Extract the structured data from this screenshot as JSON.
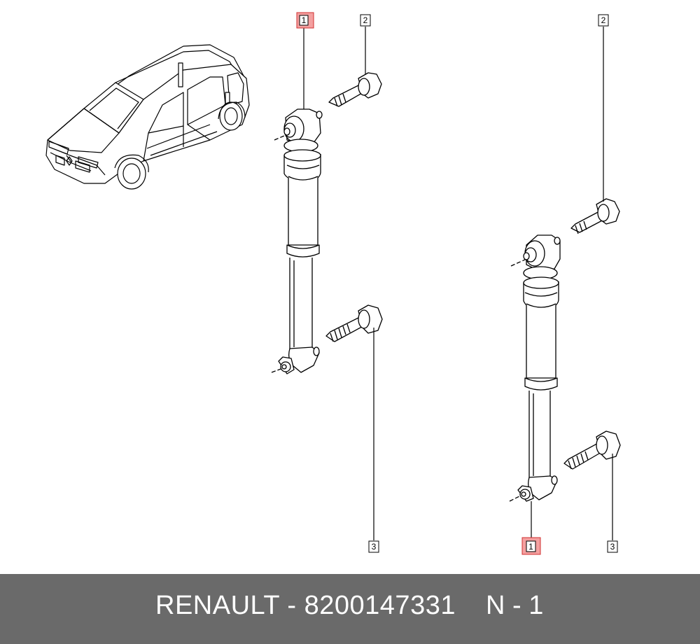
{
  "callouts": [
    {
      "id": "c1a",
      "label": "1",
      "highlight": true
    },
    {
      "id": "c2a",
      "label": "2",
      "highlight": false
    },
    {
      "id": "c3a",
      "label": "3",
      "highlight": false
    },
    {
      "id": "c2b",
      "label": "2",
      "highlight": false
    },
    {
      "id": "c1b",
      "label": "1",
      "highlight": true
    },
    {
      "id": "c3b",
      "label": "3",
      "highlight": false
    }
  ],
  "footer": {
    "part_text": "RENAULT - 8200147331",
    "page_text": "N - 1"
  },
  "colors": {
    "highlight_fill": "#f4a0a0",
    "highlight_stroke": "#d03030",
    "footer_bg": "#6a6a6a",
    "line": "#000000"
  }
}
